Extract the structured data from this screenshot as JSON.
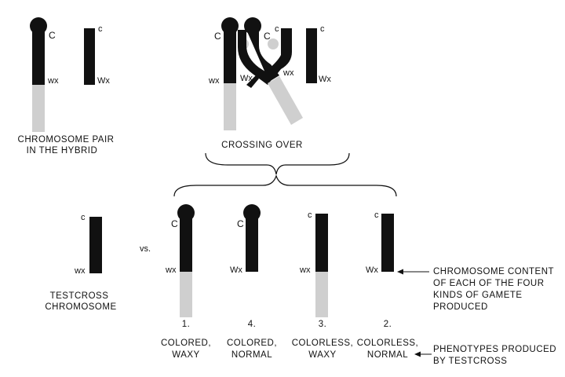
{
  "genes": {
    "c_lower": "c",
    "c_upper": "C",
    "wx_lower": "wx",
    "wx_upper": "Wx"
  },
  "captions": {
    "hybrid_pair": [
      "CHROMOSOME PAIR",
      "IN THE HYBRID"
    ],
    "crossing_over": "CROSSING OVER",
    "testcross_chromosome": [
      "TESTCROSS",
      "CHROMOSOME"
    ],
    "vs": "vs.",
    "gamete_content": [
      "CHROMOSOME CONTENT",
      "OF EACH OF THE FOUR",
      "KINDS OF GAMETE",
      "PRODUCED"
    ],
    "phenotypes_produced": [
      "PHENOTYPES PRODUCED",
      "BY TESTCROSS"
    ]
  },
  "gametes": [
    {
      "number": "1.",
      "phenotype": [
        "COLORED,",
        "WAXY"
      ],
      "c_gene": "C",
      "wx_gene": "wx",
      "knob": true,
      "gray_tail": true
    },
    {
      "number": "4.",
      "phenotype": [
        "COLORED,",
        "NORMAL"
      ],
      "c_gene": "C",
      "wx_gene": "Wx",
      "knob": true,
      "gray_tail": false
    },
    {
      "number": "3.",
      "phenotype": [
        "COLORLESS,",
        "WAXY"
      ],
      "c_gene": "c",
      "wx_gene": "wx",
      "knob": false,
      "gray_tail": true
    },
    {
      "number": "2.",
      "phenotype": [
        "COLORLESS,",
        "NORMAL"
      ],
      "c_gene": "c",
      "wx_gene": "Wx",
      "knob": false,
      "gray_tail": false
    }
  ],
  "colors": {
    "chromosome": "#111111",
    "segment": "#cfcfcf"
  }
}
